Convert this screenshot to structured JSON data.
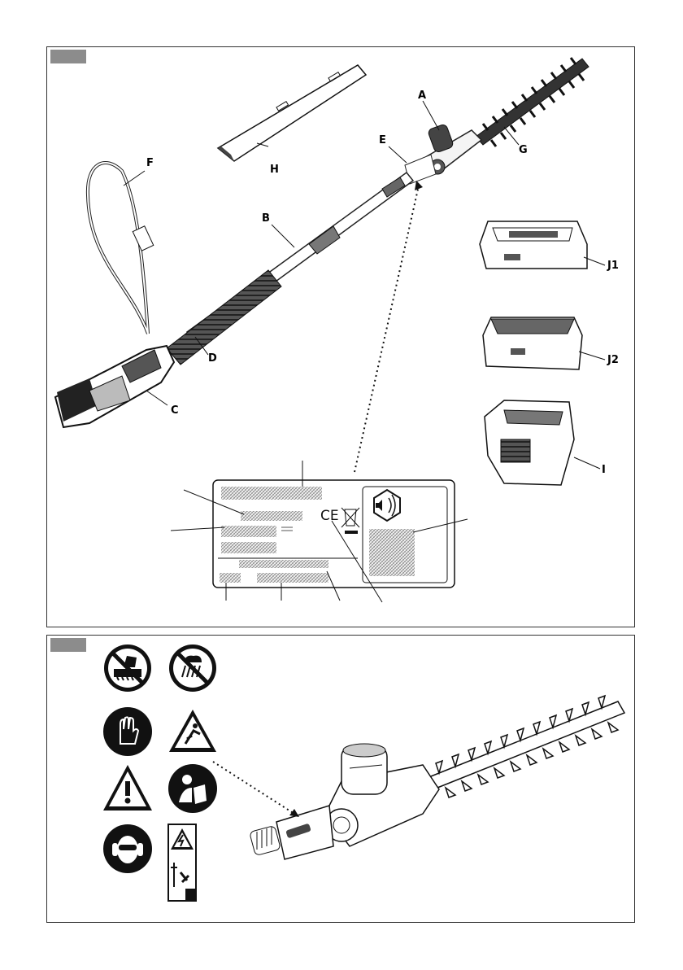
{
  "figure_1": {
    "callouts": {
      "a": "A",
      "b": "B",
      "c": "C",
      "d": "D",
      "e": "E",
      "f": "F",
      "g": "G",
      "h": "H",
      "i": "I",
      "j1": "J1",
      "j2": "J2"
    },
    "rating_label": {
      "ce_mark": "CE"
    }
  },
  "figure_2": {
    "symbols": [
      "no-hands-near-blade-icon",
      "no-rain-icon",
      "wear-gloves-icon",
      "falling-objects-warning-icon",
      "general-warning-icon",
      "read-manual-icon",
      "ear-eye-protection-icon",
      "electric-shock-warning-icon"
    ]
  },
  "colors": {
    "tab": "#8c8c8c",
    "line": "#222222",
    "hatch": "#9a9a9a"
  }
}
